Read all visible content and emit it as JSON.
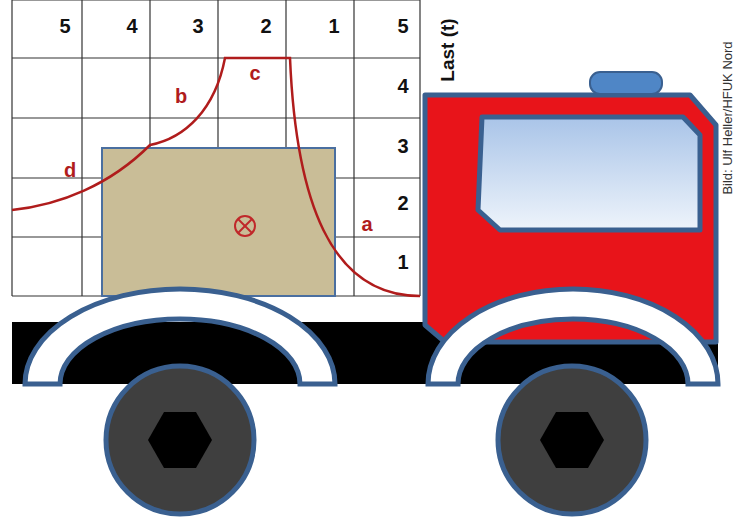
{
  "diagram": {
    "labels": [
      "5",
      "4",
      "3",
      "2",
      "1",
      "5",
      "4",
      "3",
      "2",
      "1",
      "Last (t)",
      "a",
      "b",
      "c",
      "d",
      "Bild: Ulf Heller/HFUK Nord"
    ]
  }
}
